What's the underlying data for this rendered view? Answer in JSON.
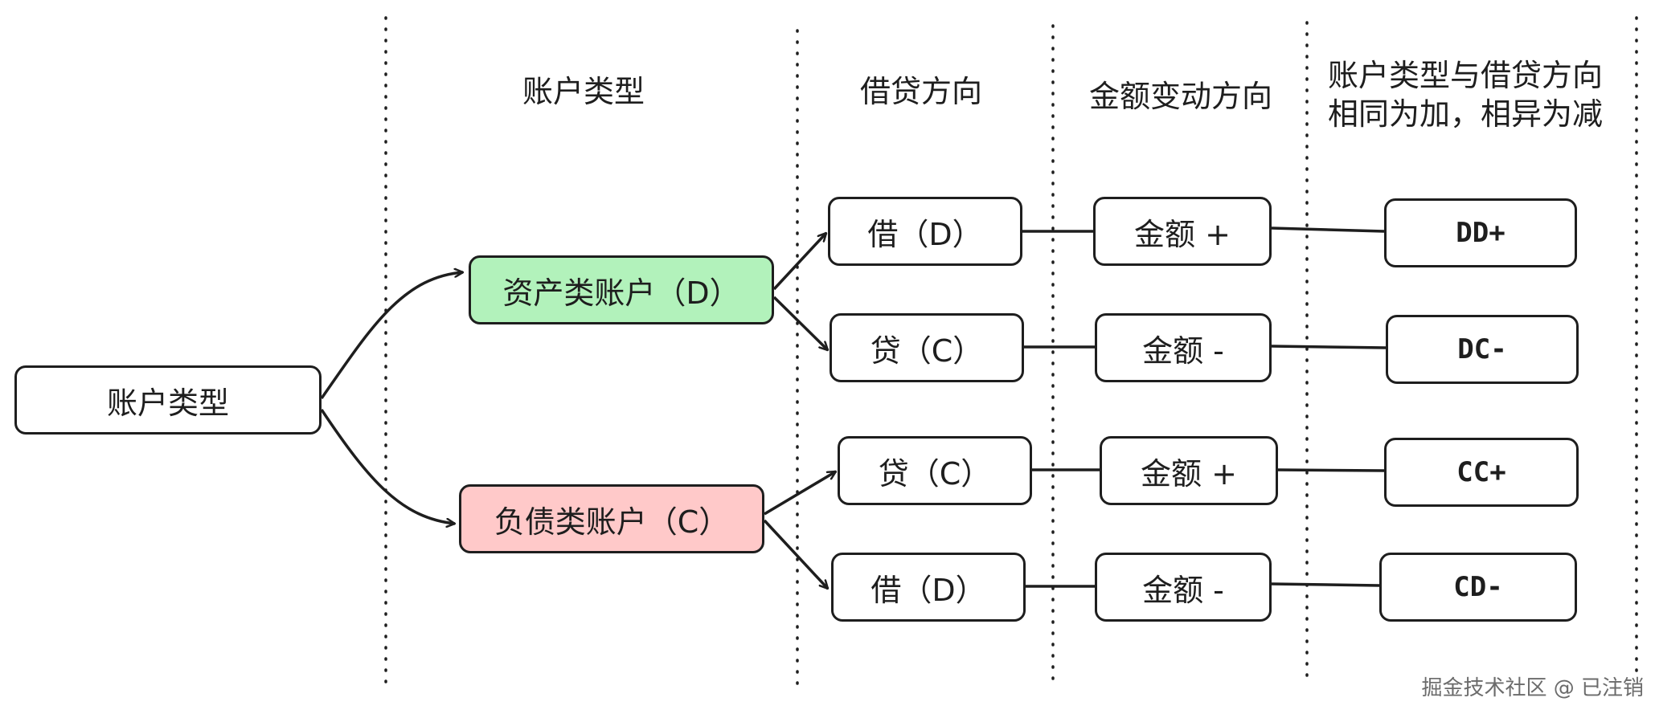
{
  "headers": {
    "account_type": "账户类型",
    "direction": "借贷方向",
    "amount_change": "金额变动方向",
    "rule_line1": "账户类型与借贷方向",
    "rule_line2": "相同为加，相异为减"
  },
  "root": {
    "label": "账户类型"
  },
  "account_types": [
    {
      "label": "资产类账户（D）",
      "color": "#b2f2bb"
    },
    {
      "label": "负债类账户（C）",
      "color": "#ffc9c9"
    }
  ],
  "rows": [
    {
      "direction": "借（D）",
      "amount": "金额 +",
      "result": "DD+"
    },
    {
      "direction": "贷（C）",
      "amount": "金额 -",
      "result": "DC-"
    },
    {
      "direction": "贷（C）",
      "amount": "金额 +",
      "result": "CC+"
    },
    {
      "direction": "借（D）",
      "amount": "金额 -",
      "result": "CD-"
    }
  ],
  "watermark": "掘金技术社区 @ 已注销"
}
